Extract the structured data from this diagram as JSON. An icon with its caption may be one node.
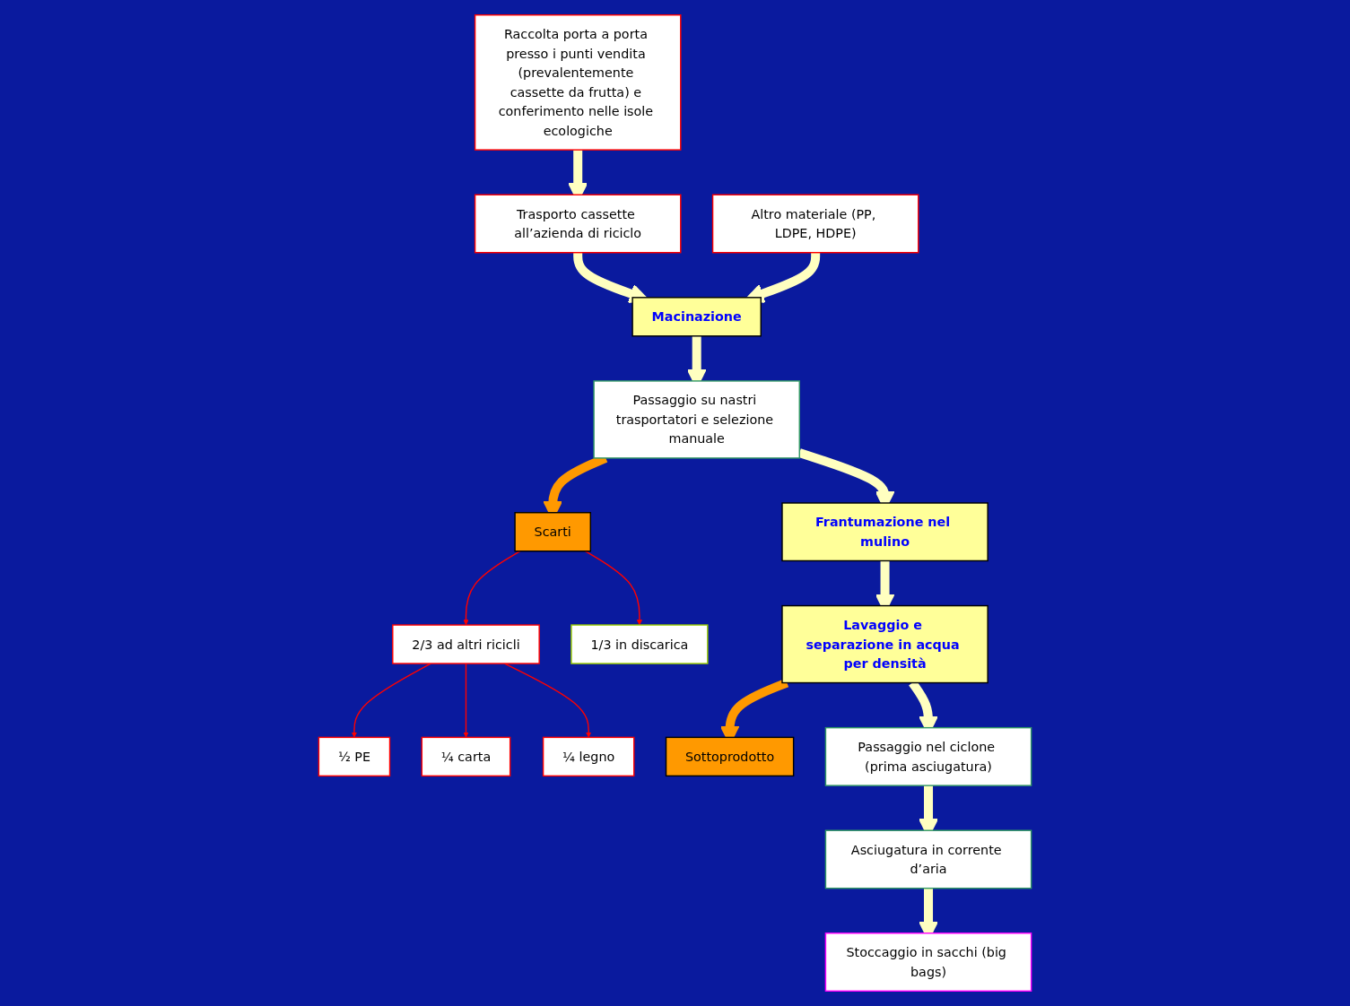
{
  "diagram": {
    "nodes": [
      {
        "text": [
          "Trasporto cassette all’azienda di riciclo"
        ]
      },
      {
        "text": [
          "Raccolta porta a porta presso i punti vendita (prevalentemente cassette da frutta) e conferimento nelle isole ecologiche"
        ]
      },
      {
        "text": [
          "Macinazione"
        ]
      },
      {
        "text": [
          "Altro materiale (PP, LDPE, HDPE)"
        ]
      },
      {
        "text": [
          "Passaggio su nastri trasportatori e selezione manuale"
        ]
      },
      {
        "text": [
          "Scarti"
        ]
      },
      {
        "text": [
          "2/3 ad altri ricicli"
        ]
      },
      {
        "text": [
          "1/3 in discarica"
        ]
      },
      {
        "text": [
          "½ PE"
        ]
      },
      {
        "text": [
          "¼ carta"
        ]
      },
      {
        "text": [
          "¼ legno"
        ]
      },
      {
        "text": [
          "Frantumazione nel mulino"
        ]
      },
      {
        "text": [
          "Sottoprodotto"
        ]
      },
      {
        "text": [
          "Lavaggio e separazione in acqua per densità"
        ]
      },
      {
        "text": [
          "Passaggio nel ciclone (prima asciugatura)"
        ]
      },
      {
        "text": [
          "Asciugatura in corrente d’aria"
        ]
      },
      {
        "text": [
          "Stoccaggio in sacchi (big bags)"
        ]
      }
    ],
    "edges": [
      {
        "from": 1,
        "to": 0,
        "arrow": "to"
      },
      {
        "from": 0,
        "to": 2,
        "arrow": "to"
      },
      {
        "from": 3,
        "to": 2,
        "arrow": "to"
      },
      {
        "from": 2,
        "to": 4,
        "arrow": "to"
      },
      {
        "from": 4,
        "to": 5,
        "arrow": "to",
        "color": "#ff9900"
      },
      {
        "from": 5,
        "to": 6,
        "arrow": "to",
        "color": "#ff0000"
      },
      {
        "from": 5,
        "to": 7,
        "arrow": "to",
        "color": "#ff0000"
      },
      {
        "from": 6,
        "to": 8,
        "arrow": "to",
        "color": "#ff0000"
      },
      {
        "from": 6,
        "to": 9,
        "arrow": "to",
        "color": "#ff0000"
      },
      {
        "from": 6,
        "to": 10,
        "arrow": "to",
        "color": "#ff0000"
      },
      {
        "from": 4,
        "to": 11,
        "arrow": "to"
      },
      {
        "from": 11,
        "to": 13,
        "arrow": "to"
      },
      {
        "from": 13,
        "to": 12,
        "arrow": "to",
        "color": "#ff9900"
      },
      {
        "from": 13,
        "to": 14,
        "arrow": "to"
      },
      {
        "from": 14,
        "to": 15,
        "arrow": "to"
      },
      {
        "from": 15,
        "to": 16,
        "arrow": "to"
      }
    ]
  }
}
